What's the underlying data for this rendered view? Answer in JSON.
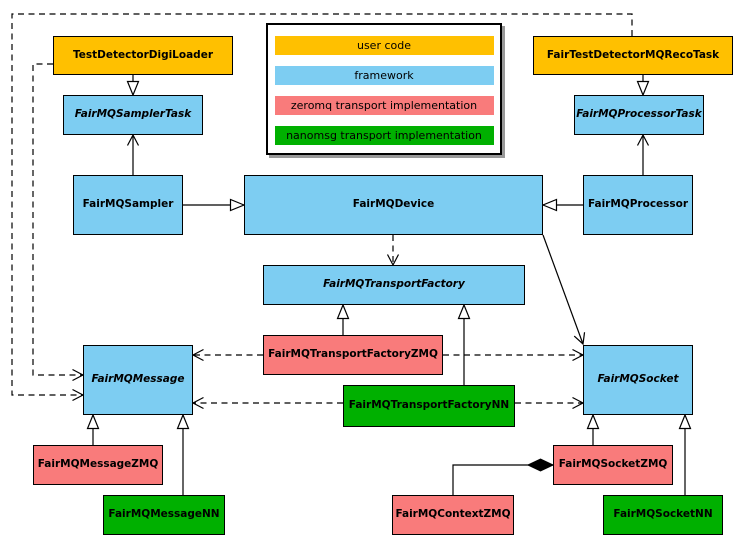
{
  "legend": {
    "items": [
      {
        "label": "user code",
        "color": "#FFC000"
      },
      {
        "label": "framework",
        "color": "#7DCDF2"
      },
      {
        "label": "zeromq transport implementation",
        "color": "#F97B7B"
      },
      {
        "label": "nanomsg transport implementation",
        "color": "#00B000"
      }
    ]
  },
  "nodes": {
    "digiLoader": {
      "label": "TestDetectorDigiLoader",
      "category": "user code",
      "abstract": false
    },
    "recoTask": {
      "label": "FairTestDetectorMQRecoTask",
      "category": "user code",
      "abstract": false
    },
    "samplerTask": {
      "label": "FairMQSamplerTask",
      "category": "framework",
      "abstract": true
    },
    "processorTask": {
      "label": "FairMQProcessorTask",
      "category": "framework",
      "abstract": true
    },
    "sampler": {
      "label": "FairMQSampler",
      "category": "framework",
      "abstract": false
    },
    "device": {
      "label": "FairMQDevice",
      "category": "framework",
      "abstract": false
    },
    "processor": {
      "label": "FairMQProcessor",
      "category": "framework",
      "abstract": false
    },
    "transportFactory": {
      "label": "FairMQTransportFactory",
      "category": "framework",
      "abstract": true
    },
    "factoryZMQ": {
      "label": "FairMQTransportFactoryZMQ",
      "category": "zeromq transport implementation",
      "abstract": false
    },
    "factoryNN": {
      "label": "FairMQTransportFactoryNN",
      "category": "nanomsg transport implementation",
      "abstract": false
    },
    "message": {
      "label": "FairMQMessage",
      "category": "framework",
      "abstract": true
    },
    "socket": {
      "label": "FairMQSocket",
      "category": "framework",
      "abstract": true
    },
    "messageZMQ": {
      "label": "FairMQMessageZMQ",
      "category": "zeromq transport implementation",
      "abstract": false
    },
    "messageNN": {
      "label": "FairMQMessageNN",
      "category": "nanomsg transport implementation",
      "abstract": false
    },
    "contextZMQ": {
      "label": "FairMQContextZMQ",
      "category": "zeromq transport implementation",
      "abstract": false
    },
    "socketZMQ": {
      "label": "FairMQSocketZMQ",
      "category": "zeromq transport implementation",
      "abstract": false
    },
    "socketNN": {
      "label": "FairMQSocketNN",
      "category": "nanomsg transport implementation",
      "abstract": false
    }
  },
  "edges": [
    {
      "from": "TestDetectorDigiLoader",
      "to": "FairMQSamplerTask",
      "type": "inheritance",
      "line": "solid"
    },
    {
      "from": "FairTestDetectorMQRecoTask",
      "to": "FairMQProcessorTask",
      "type": "inheritance",
      "line": "solid"
    },
    {
      "from": "FairMQSampler",
      "to": "FairMQSamplerTask",
      "type": "association",
      "line": "solid"
    },
    {
      "from": "FairMQProcessor",
      "to": "FairMQProcessorTask",
      "type": "association",
      "line": "solid"
    },
    {
      "from": "FairMQSampler",
      "to": "FairMQDevice",
      "type": "inheritance",
      "line": "solid"
    },
    {
      "from": "FairMQProcessor",
      "to": "FairMQDevice",
      "type": "inheritance",
      "line": "solid"
    },
    {
      "from": "FairMQDevice",
      "to": "FairMQTransportFactory",
      "type": "dependency",
      "line": "dashed"
    },
    {
      "from": "FairMQDevice",
      "to": "FairMQSocket",
      "type": "association",
      "line": "solid"
    },
    {
      "from": "FairMQTransportFactoryZMQ",
      "to": "FairMQTransportFactory",
      "type": "inheritance",
      "line": "solid"
    },
    {
      "from": "FairMQTransportFactoryNN",
      "to": "FairMQTransportFactory",
      "type": "inheritance",
      "line": "solid"
    },
    {
      "from": "FairMQTransportFactoryZMQ",
      "to": "FairMQMessage",
      "type": "dependency",
      "line": "dashed"
    },
    {
      "from": "FairMQTransportFactoryZMQ",
      "to": "FairMQSocket",
      "type": "dependency",
      "line": "dashed"
    },
    {
      "from": "FairMQTransportFactoryNN",
      "to": "FairMQMessage",
      "type": "dependency",
      "line": "dashed"
    },
    {
      "from": "FairMQTransportFactoryNN",
      "to": "FairMQSocket",
      "type": "dependency",
      "line": "dashed"
    },
    {
      "from": "TestDetectorDigiLoader",
      "to": "FairMQMessage",
      "type": "dependency",
      "line": "dashed"
    },
    {
      "from": "FairTestDetectorMQRecoTask",
      "to": "FairMQMessage",
      "type": "dependency",
      "line": "dashed"
    },
    {
      "from": "FairMQMessageZMQ",
      "to": "FairMQMessage",
      "type": "inheritance",
      "line": "solid"
    },
    {
      "from": "FairMQMessageNN",
      "to": "FairMQMessage",
      "type": "inheritance",
      "line": "solid"
    },
    {
      "from": "FairMQSocketZMQ",
      "to": "FairMQSocket",
      "type": "inheritance",
      "line": "solid"
    },
    {
      "from": "FairMQSocketNN",
      "to": "FairMQSocket",
      "type": "inheritance",
      "line": "solid"
    },
    {
      "from": "FairMQContextZMQ",
      "to": "FairMQSocketZMQ",
      "type": "composition",
      "line": "solid"
    }
  ]
}
